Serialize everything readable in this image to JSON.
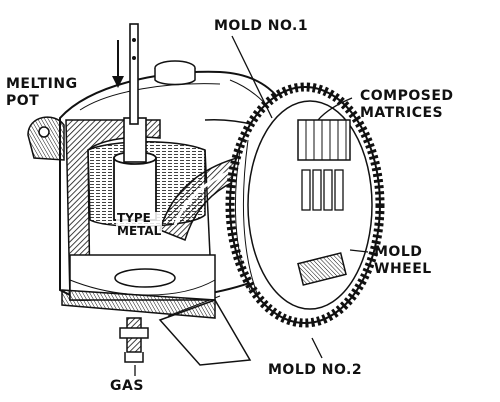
{
  "labels": {
    "melting_pot": [
      "MELTING",
      "POT"
    ],
    "mold_no1": "MOLD NO.1",
    "composed_matrices": [
      "COMPOSED",
      "MATRICES"
    ],
    "type_metal": [
      "TYPE",
      "METAL"
    ],
    "mold_wheel": [
      "MOLD",
      "WHEEL"
    ],
    "mold_no2": "MOLD NO.2",
    "gas": "GAS"
  },
  "colors": {
    "ink": "#111111",
    "paper": "#ffffff"
  }
}
